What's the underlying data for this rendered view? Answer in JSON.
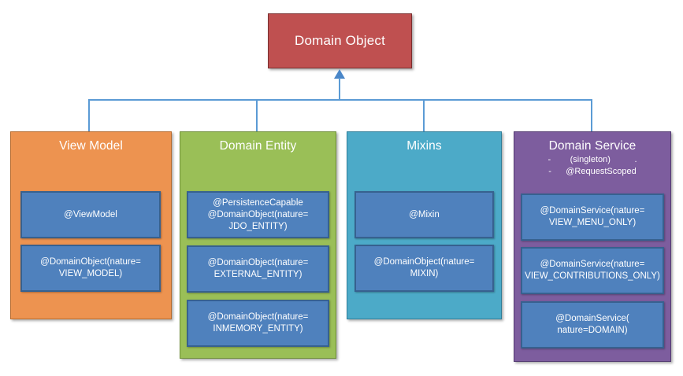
{
  "diagram": {
    "title": "Domain Object",
    "root": {
      "label": "Domain Object",
      "color": "#BF5050"
    },
    "connector_color": "#5B9BD5",
    "annotation_color": "#4F81BD",
    "categories": [
      {
        "id": "view-model",
        "label": "View Model",
        "color": "#ED9350",
        "sublines": [],
        "annotations": [
          {
            "text": "@ViewModel"
          },
          {
            "text": "@DomainObject(nature=\nVIEW_MODEL)"
          }
        ]
      },
      {
        "id": "domain-entity",
        "label": "Domain Entity",
        "color": "#9ABF57",
        "sublines": [],
        "annotations": [
          {
            "text": "@PersistenceCapable\n@DomainObject(nature=\nJDO_ENTITY)"
          },
          {
            "text": "@DomainObject(nature=\nEXTERNAL_ENTITY)"
          },
          {
            "text": "@DomainObject(nature=\nINMEMORY_ENTITY)"
          }
        ]
      },
      {
        "id": "mixins",
        "label": "Mixins",
        "color": "#4CAAC8",
        "sublines": [],
        "annotations": [
          {
            "text": "@Mixin"
          },
          {
            "text": "@DomainObject(nature=\nMIXIN)"
          }
        ]
      },
      {
        "id": "domain-service",
        "label": "Domain Service",
        "color": "#7D5D9E",
        "sublines": [
          "-        (singleton)          .",
          "-      @RequestScoped"
        ],
        "annotations": [
          {
            "text": "@DomainService(nature=\nVIEW_MENU_ONLY)"
          },
          {
            "text": "@DomainService(nature=\nVIEW_CONTRIBUTIONS_ONLY)"
          },
          {
            "text": "@DomainService(\nnature=DOMAIN)"
          }
        ]
      }
    ]
  }
}
